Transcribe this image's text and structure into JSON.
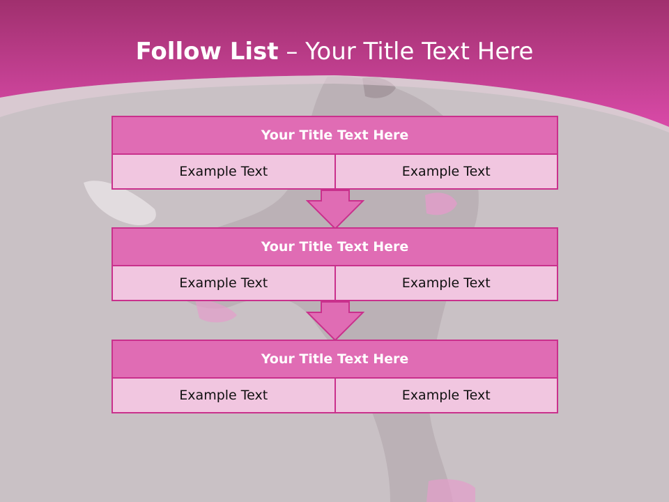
{
  "slide": {
    "title_bold": "Follow List",
    "title_rest": "– Your Title Text Here"
  },
  "blocks": [
    {
      "title": "Your Title Text Here",
      "left": "Example Text",
      "right": "Example Text"
    },
    {
      "title": "Your Title Text Here",
      "left": "Example Text",
      "right": "Example Text"
    },
    {
      "title": "Your Title Text Here",
      "left": "Example Text",
      "right": "Example Text"
    }
  ],
  "colors": {
    "header_top": "#a0306e",
    "header_bottom": "#d94aa8",
    "block_title_fill": "#e06cb4",
    "block_cell_fill": "#f1c6e0",
    "border": "#c9308c",
    "background": "#c9c1c5"
  }
}
